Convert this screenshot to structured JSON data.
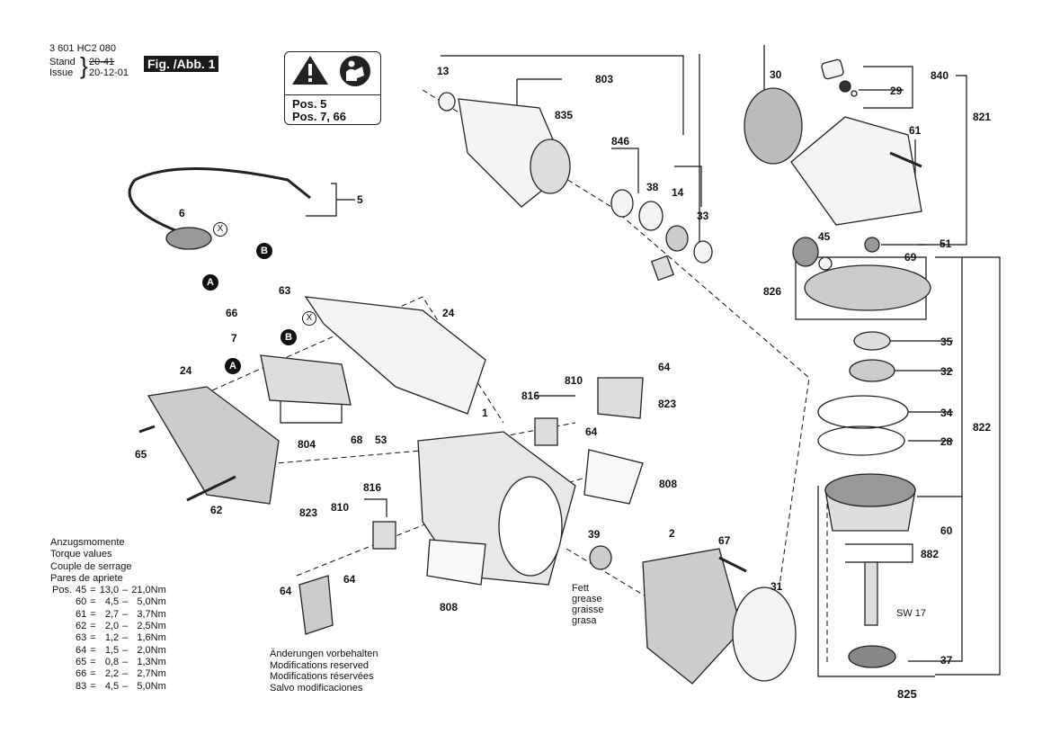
{
  "header": {
    "part_number": "3 601 HC2 080",
    "stand_label": "Stand",
    "issue_label": "Issue",
    "stand_date_struck": "20-41",
    "issue_date": "20-12-01",
    "figure_label": "Fig. /Abb. 1"
  },
  "warning_box": {
    "icons": [
      "warning-triangle-icon",
      "read-manual-icon"
    ],
    "lines": [
      "Pos. 5",
      "Pos. 7, 66"
    ]
  },
  "part_labels": [
    {
      "id": "13",
      "text": "13"
    },
    {
      "id": "803",
      "text": "803"
    },
    {
      "id": "835",
      "text": "835"
    },
    {
      "id": "846",
      "text": "846"
    },
    {
      "id": "38",
      "text": "38"
    },
    {
      "id": "14",
      "text": "14"
    },
    {
      "id": "33",
      "text": "33"
    },
    {
      "id": "30",
      "text": "30"
    },
    {
      "id": "840",
      "text": "840"
    },
    {
      "id": "29",
      "text": "29"
    },
    {
      "id": "821",
      "text": "821"
    },
    {
      "id": "61",
      "text": "61"
    },
    {
      "id": "51",
      "text": "51"
    },
    {
      "id": "45",
      "text": "45"
    },
    {
      "id": "69",
      "text": "69"
    },
    {
      "id": "826",
      "text": "826"
    },
    {
      "id": "5",
      "text": "5"
    },
    {
      "id": "6",
      "text": "6"
    },
    {
      "id": "63",
      "text": "63"
    },
    {
      "id": "66",
      "text": "66"
    },
    {
      "id": "24a",
      "text": "24"
    },
    {
      "id": "7",
      "text": "7"
    },
    {
      "id": "24b",
      "text": "24"
    },
    {
      "id": "65",
      "text": "65"
    },
    {
      "id": "804",
      "text": "804"
    },
    {
      "id": "68",
      "text": "68"
    },
    {
      "id": "53",
      "text": "53"
    },
    {
      "id": "62",
      "text": "62"
    },
    {
      "id": "816a",
      "text": "816"
    },
    {
      "id": "810a",
      "text": "810"
    },
    {
      "id": "64a",
      "text": "64"
    },
    {
      "id": "823a",
      "text": "823"
    },
    {
      "id": "1",
      "text": "1"
    },
    {
      "id": "64b",
      "text": "64"
    },
    {
      "id": "808a",
      "text": "808"
    },
    {
      "id": "816b",
      "text": "816"
    },
    {
      "id": "810b",
      "text": "810"
    },
    {
      "id": "823b",
      "text": "823"
    },
    {
      "id": "64c",
      "text": "64"
    },
    {
      "id": "64d",
      "text": "64"
    },
    {
      "id": "808b",
      "text": "808"
    },
    {
      "id": "39",
      "text": "39"
    },
    {
      "id": "2",
      "text": "2"
    },
    {
      "id": "67",
      "text": "67"
    },
    {
      "id": "31",
      "text": "31"
    },
    {
      "id": "35",
      "text": "35"
    },
    {
      "id": "32",
      "text": "32"
    },
    {
      "id": "34",
      "text": "34"
    },
    {
      "id": "28",
      "text": "28"
    },
    {
      "id": "822",
      "text": "822"
    },
    {
      "id": "60",
      "text": "60"
    },
    {
      "id": "882",
      "text": "882"
    },
    {
      "id": "SW17",
      "text": "SW 17"
    },
    {
      "id": "37",
      "text": "37"
    },
    {
      "id": "825",
      "text": "825"
    }
  ],
  "callouts": [
    {
      "id": "A1",
      "text": "A"
    },
    {
      "id": "B1",
      "text": "B"
    },
    {
      "id": "X1",
      "text": "X"
    },
    {
      "id": "A2",
      "text": "A"
    },
    {
      "id": "B2",
      "text": "B"
    },
    {
      "id": "X2",
      "text": "X"
    }
  ],
  "grease_note": [
    "Fett",
    "grease",
    "graisse",
    "grasa"
  ],
  "torque": {
    "titles": [
      "Anzugsmomente",
      "Torque values",
      "Couple de serrage",
      "Pares de apriete"
    ],
    "prefix": "Pos.",
    "rows": [
      {
        "pos": "45",
        "min": "13,0",
        "max": "21,0Nm"
      },
      {
        "pos": "60",
        "min": "4,5",
        "max": "5,0Nm"
      },
      {
        "pos": "61",
        "min": "2,7",
        "max": "3,7Nm"
      },
      {
        "pos": "62",
        "min": "2,0",
        "max": "2,5Nm"
      },
      {
        "pos": "63",
        "min": "1,2",
        "max": "1,6Nm"
      },
      {
        "pos": "64",
        "min": "1,5",
        "max": "2,0Nm"
      },
      {
        "pos": "65",
        "min": "0,8",
        "max": "1,3Nm"
      },
      {
        "pos": "66",
        "min": "2,2",
        "max": "2,7Nm"
      },
      {
        "pos": "83",
        "min": "4,5",
        "max": "5,0Nm"
      }
    ]
  },
  "modifications_note": [
    "Änderungen vorbehalten",
    "Modifications reserved",
    "Modifications réservées",
    "Salvo modificaciones"
  ]
}
